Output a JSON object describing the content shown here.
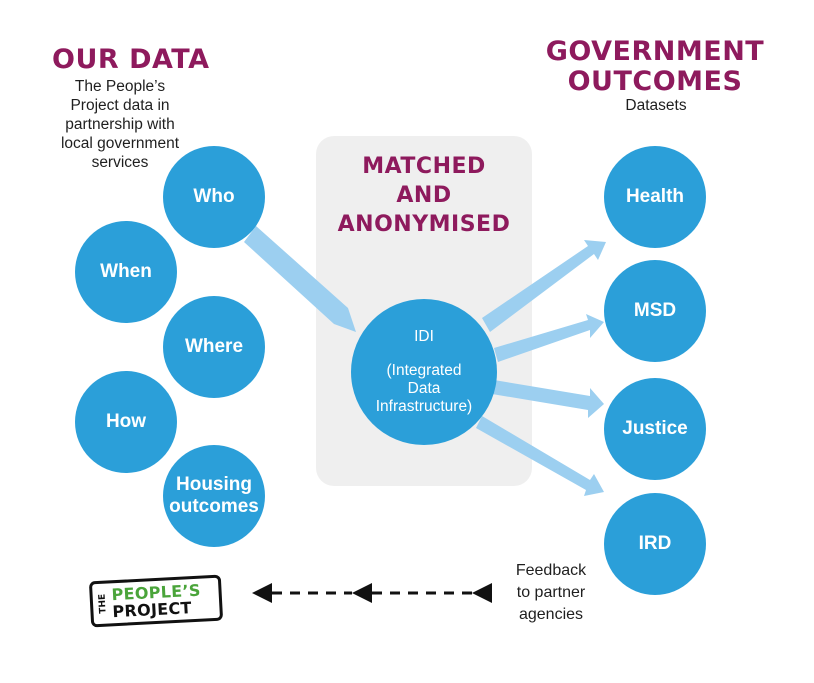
{
  "left_section": {
    "title": "OUR DATA",
    "description_lines": [
      "The People’s",
      "Project data in",
      "partnership with",
      "local government",
      "services"
    ]
  },
  "right_section": {
    "title_lines": [
      "GOVERNMENT",
      "OUTCOMES"
    ],
    "subtitle": "Datasets"
  },
  "center_section": {
    "title_lines": [
      "MATCHED",
      "AND",
      "ANONYMISED"
    ],
    "hub": {
      "line1": "IDI",
      "line2": "(Integrated",
      "line3": "Data",
      "line4": "Infrastructure)"
    }
  },
  "our_data_nodes": [
    {
      "lines": [
        "Who"
      ]
    },
    {
      "lines": [
        "When"
      ]
    },
    {
      "lines": [
        "Where"
      ]
    },
    {
      "lines": [
        "How"
      ]
    },
    {
      "lines": [
        "Housing",
        "outcomes"
      ]
    }
  ],
  "outcome_nodes": [
    {
      "lines": [
        "Health"
      ]
    },
    {
      "lines": [
        "MSD"
      ]
    },
    {
      "lines": [
        "Justice"
      ]
    },
    {
      "lines": [
        "IRD"
      ]
    }
  ],
  "feedback": {
    "lines": [
      "Feedback",
      "to partner",
      "agencies"
    ]
  },
  "logo": {
    "small_word": "THE",
    "line1": "PEOPLE’S",
    "line2": "PROJECT"
  },
  "colors": {
    "heading": "#8e1a5d",
    "node": "#2b9fd9",
    "connector": "#9ccff0",
    "panel": "#efefef"
  }
}
